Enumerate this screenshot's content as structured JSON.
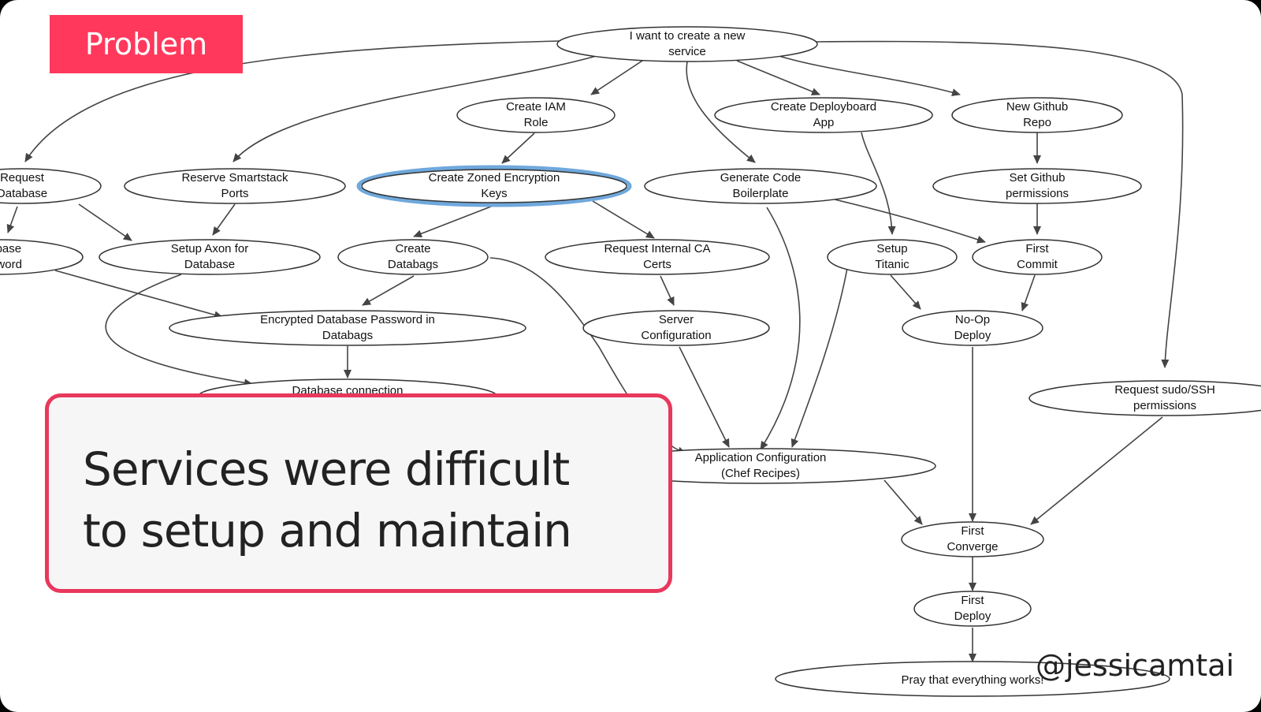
{
  "header": {
    "badge": "Problem"
  },
  "callout": {
    "line1": "Services were difficult",
    "line2": "to setup and maintain"
  },
  "footer": {
    "handle": "@jessicamtai"
  },
  "colors": {
    "accent": "#ff385c",
    "callout_border": "#e8385c",
    "highlight_node": "#6fa8dc",
    "edge": "#444444"
  },
  "diagram": {
    "nodes": [
      {
        "id": "start",
        "lines": [
          "I want to create a new",
          "service"
        ]
      },
      {
        "id": "iam",
        "lines": [
          "Create IAM",
          "Role"
        ]
      },
      {
        "id": "deployboard",
        "lines": [
          "Create Deployboard",
          "App"
        ]
      },
      {
        "id": "github",
        "lines": [
          "New Github",
          "Repo"
        ]
      },
      {
        "id": "reqdb",
        "lines": [
          "Request",
          "Database"
        ]
      },
      {
        "id": "smartstack",
        "lines": [
          "Reserve Smartstack",
          "Ports"
        ]
      },
      {
        "id": "zoned",
        "lines": [
          "Create Zoned Encryption",
          "Keys"
        ],
        "highlighted": true
      },
      {
        "id": "boilerplate",
        "lines": [
          "Generate Code",
          "Boilerplate"
        ]
      },
      {
        "id": "ghperm",
        "lines": [
          "Set Github",
          "permissions"
        ]
      },
      {
        "id": "dbpass",
        "lines": [
          "Database",
          "Password"
        ]
      },
      {
        "id": "axon",
        "lines": [
          "Setup Axon for",
          "Database"
        ]
      },
      {
        "id": "databags",
        "lines": [
          "Create",
          "Databags"
        ]
      },
      {
        "id": "internalca",
        "lines": [
          "Request Internal CA",
          "Certs"
        ]
      },
      {
        "id": "titanic",
        "lines": [
          "Setup",
          "Titanic"
        ]
      },
      {
        "id": "firstcommit",
        "lines": [
          "First",
          "Commit"
        ]
      },
      {
        "id": "encpass",
        "lines": [
          "Encrypted Database Password in",
          "Databags"
        ]
      },
      {
        "id": "serverconf",
        "lines": [
          "Server",
          "Configuration"
        ]
      },
      {
        "id": "noop",
        "lines": [
          "No-Op",
          "Deploy"
        ]
      },
      {
        "id": "dbconn",
        "lines": [
          "Database connection",
          ""
        ]
      },
      {
        "id": "sudo",
        "lines": [
          "Request sudo/SSH",
          "permissions"
        ]
      },
      {
        "id": "appconf",
        "lines": [
          "Application Configuration",
          "(Chef Recipes)"
        ]
      },
      {
        "id": "converge",
        "lines": [
          "First",
          "Converge"
        ]
      },
      {
        "id": "firstdeploy",
        "lines": [
          "First",
          "Deploy"
        ]
      },
      {
        "id": "pray",
        "lines": [
          "Pray that everything works!",
          ""
        ]
      }
    ]
  }
}
